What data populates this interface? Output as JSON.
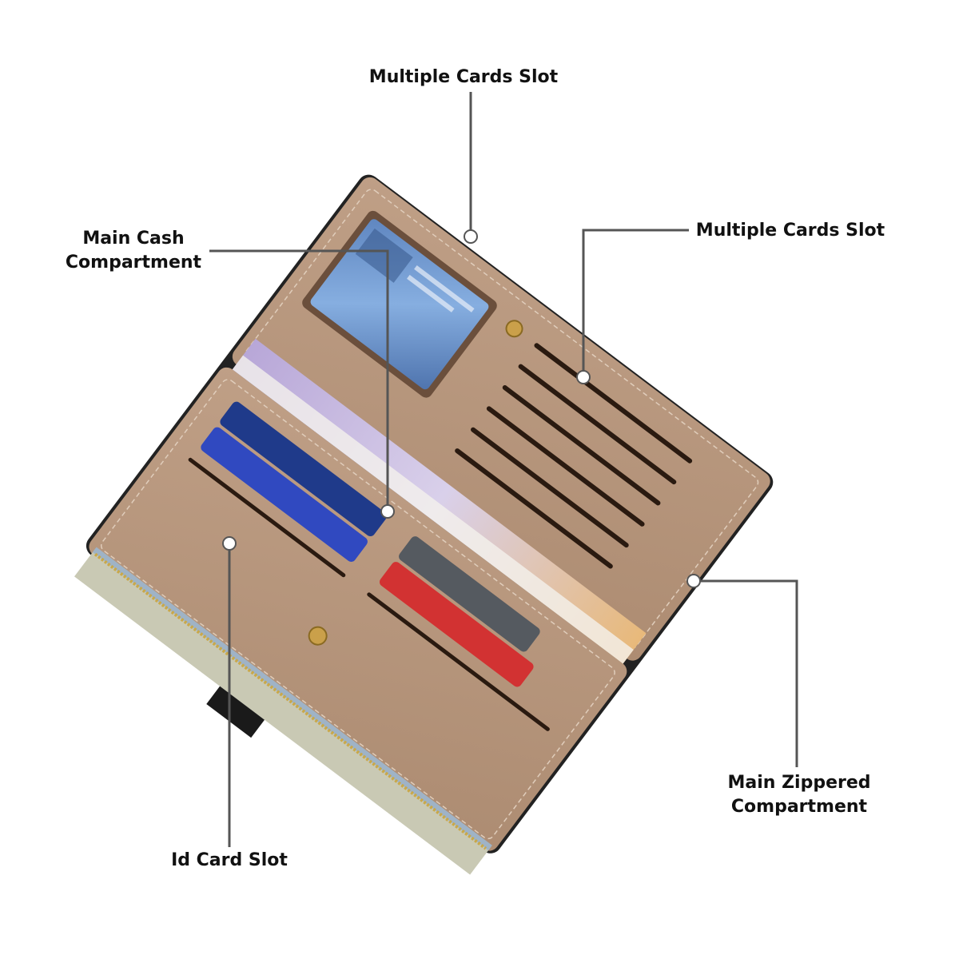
{
  "callouts": {
    "multiple_cards_top": {
      "lines": [
        "Multiple Cards Slot"
      ]
    },
    "main_cash": {
      "lines": [
        "Main Cash",
        "Compartment"
      ]
    },
    "multiple_cards_right": {
      "lines": [
        "Multiple Cards Slot"
      ]
    },
    "main_zippered": {
      "lines": [
        "Main Zippered",
        "Compartment"
      ]
    },
    "id_card": {
      "lines": [
        "Id Card Slot"
      ]
    }
  },
  "colors": {
    "wallet_tan": "#b8977d",
    "wallet_tan_dark": "#a4836a",
    "slot_dark": "#2a1a10",
    "leader_line": "#555555",
    "text": "#111111"
  },
  "icons": [
    "snap-button-icon",
    "callout-dot-icon"
  ]
}
